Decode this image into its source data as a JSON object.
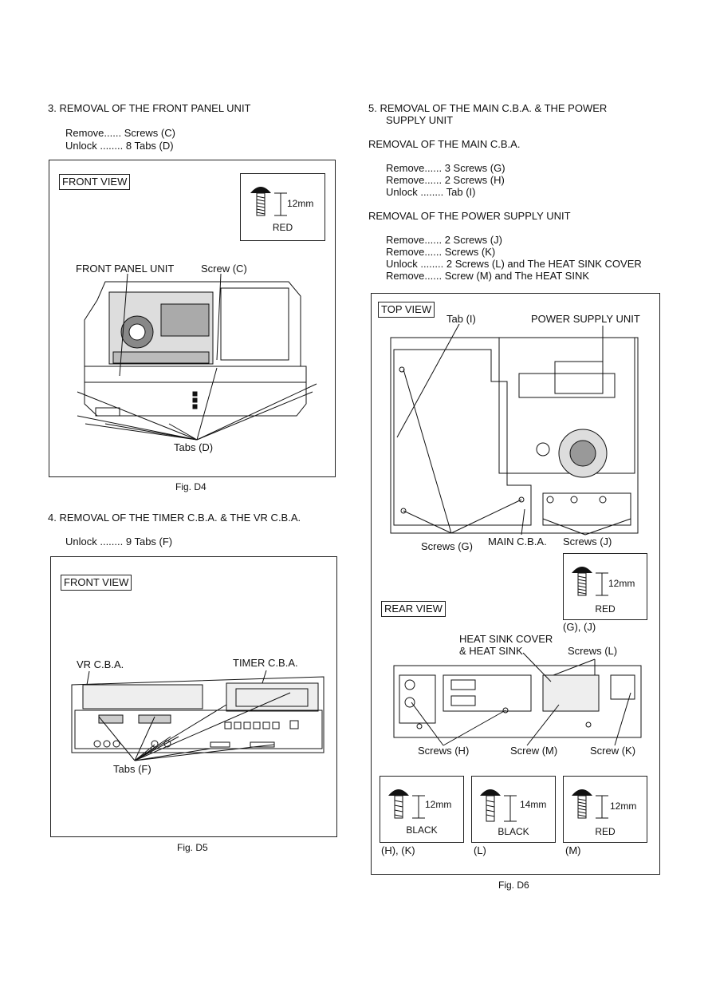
{
  "section3": {
    "heading": "3.  REMOVAL OF THE FRONT PANEL UNIT",
    "line1": "Remove...... Screws (C)",
    "line2": "Unlock ........ 8 Tabs (D)",
    "view_label": "FRONT VIEW",
    "screw_dim": "12mm",
    "screw_color": "RED",
    "label_front_panel": "FRONT PANEL UNIT",
    "label_screw": "Screw (C)",
    "label_tabs": "Tabs (D)",
    "caption": "Fig. D4"
  },
  "section4": {
    "heading": "4.  REMOVAL OF THE TIMER C.B.A. & THE VR C.B.A.",
    "line1": "Unlock ........ 9 Tabs (F)",
    "view_label": "FRONT VIEW",
    "label_vr": "VR C.B.A.",
    "label_timer": "TIMER C.B.A.",
    "label_tabs": "Tabs (F)",
    "caption": "Fig. D5"
  },
  "section5": {
    "heading_line1": "5.  REMOVAL OF THE MAIN C.B.A. & THE POWER",
    "heading_line2": "SUPPLY UNIT",
    "sub1": "REMOVAL OF THE MAIN C.B.A.",
    "sub1_lines": [
      "Remove...... 3 Screws (G)",
      "Remove...... 2 Screws (H)",
      "Unlock ........ Tab (I)"
    ],
    "sub2": "REMOVAL OF THE POWER SUPPLY UNIT",
    "sub2_lines": [
      "Remove...... 2 Screws (J)",
      "Remove...... Screws (K)",
      "Unlock ........ 2 Screws (L) and The HEAT SINK COVER",
      "Remove...... Screw (M) and The HEAT SINK"
    ],
    "top_view_label": "TOP VIEW",
    "label_tab_i": "Tab (I)",
    "label_psu": "POWER SUPPLY UNIT",
    "label_screws_g": "Screws (G)",
    "label_main_cba": "MAIN C.B.A.",
    "label_screws_j": "Screws (J)",
    "screw_gj_dim": "12mm",
    "screw_gj_color": "RED",
    "screw_gj_ref": "(G), (J)",
    "rear_view_label": "REAR VIEW",
    "label_heat_sink_1": "HEAT SINK COVER",
    "label_heat_sink_2": "& HEAT SINK",
    "label_screws_l": "Screws (L)",
    "label_screws_h": "Screws (H)",
    "label_screw_m": "Screw (M)",
    "label_screw_k": "Screw (K)",
    "screws": [
      {
        "dim": "12mm",
        "color": "BLACK",
        "ref": "(H), (K)"
      },
      {
        "dim": "14mm",
        "color": "BLACK",
        "ref": "(L)"
      },
      {
        "dim": "12mm",
        "color": "RED",
        "ref": "(M)"
      }
    ],
    "caption": "Fig. D6"
  }
}
